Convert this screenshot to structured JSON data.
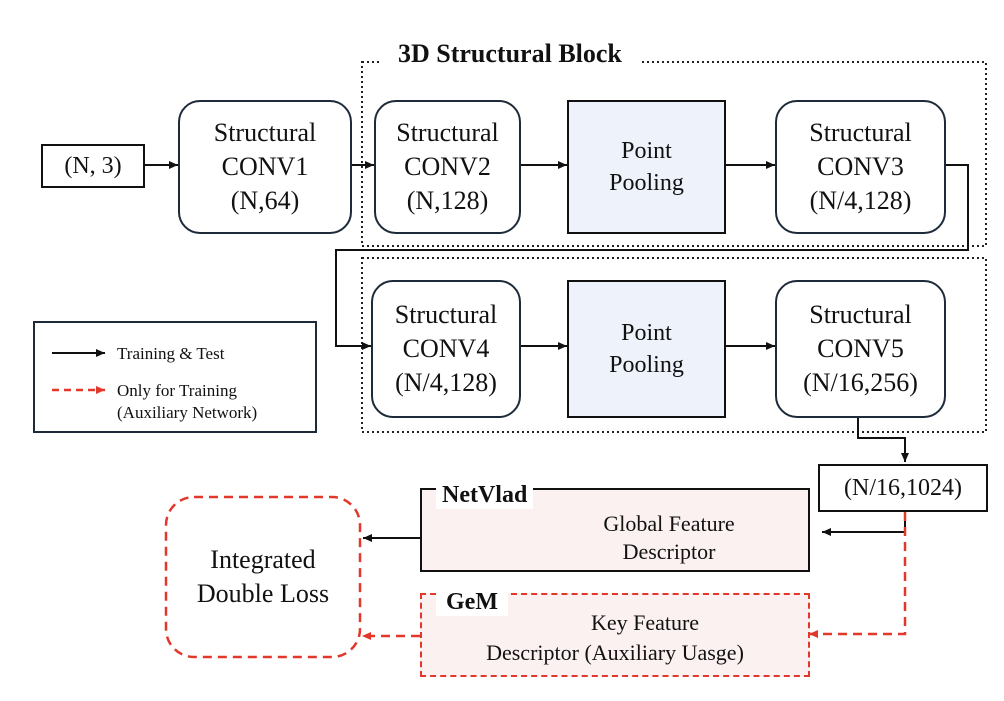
{
  "title": "3D Structural Block",
  "input": "(N,  3)",
  "conv1": {
    "line1": "Structural",
    "line2": "CONV1",
    "line3": "(N,64)"
  },
  "conv2": {
    "line1": "Structural",
    "line2": "CONV2",
    "line3": "(N,128)"
  },
  "conv3": {
    "line1": "Structural",
    "line2": "CONV3",
    "line3": "(N/4,128)"
  },
  "conv4": {
    "line1": "Structural",
    "line2": "CONV4",
    "line3": "(N/4,128)"
  },
  "conv5": {
    "line1": "Structural",
    "line2": "CONV5",
    "line3": "(N/16,256)"
  },
  "pool1": {
    "line1": "Point",
    "line2": "Pooling"
  },
  "pool2": {
    "line1": "Point",
    "line2": "Pooling"
  },
  "feature": "(N/16,1024)",
  "netvlad": {
    "name": "NetVlad",
    "line1": "Global Feature",
    "line2": "Descriptor"
  },
  "gem": {
    "name": "GeM",
    "line1": "Key Feature",
    "line2": "Descriptor (Auxiliary Uasge)"
  },
  "loss": {
    "line1": "Integrated",
    "line2": "Double Loss"
  },
  "legend": {
    "solid": "Training & Test",
    "dashed_line1": "Only for Training",
    "dashed_line2": "(Auxiliary Network)"
  },
  "colors": {
    "solid_arrow": "#111111",
    "dashed_arrow": "#e2382c",
    "pooling_fill": "#eef3fb",
    "descriptor_fill": "#fbf1f1",
    "box_border": "#1d2a3a"
  }
}
